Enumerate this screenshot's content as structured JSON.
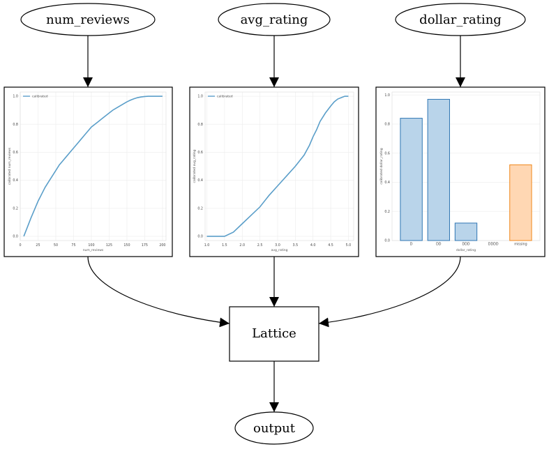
{
  "nodes": {
    "num_reviews": "num_reviews",
    "avg_rating": "avg_rating",
    "dollar_rating": "dollar_rating",
    "lattice": "Lattice",
    "output": "output"
  },
  "chart_data": [
    {
      "type": "line",
      "legend": "calibrated",
      "xlabel": "num_reviews",
      "ylabel": "calibrated num_reviews",
      "xlim": [
        0,
        205
      ],
      "ylim": [
        -0.03,
        1.03
      ],
      "xticks": [
        0,
        25,
        50,
        75,
        100,
        125,
        150,
        175,
        200
      ],
      "yticks": [
        0.0,
        0.2,
        0.4,
        0.6,
        0.8,
        1.0
      ],
      "x": [
        5,
        10,
        15,
        20,
        25,
        30,
        35,
        40,
        45,
        50,
        55,
        60,
        65,
        70,
        75,
        80,
        85,
        90,
        95,
        100,
        105,
        110,
        115,
        120,
        125,
        130,
        135,
        140,
        145,
        150,
        155,
        160,
        165,
        170,
        175,
        180,
        185,
        190,
        195,
        200
      ],
      "y": [
        0.0,
        0.065,
        0.13,
        0.19,
        0.25,
        0.3,
        0.35,
        0.39,
        0.43,
        0.47,
        0.51,
        0.54,
        0.57,
        0.6,
        0.63,
        0.66,
        0.69,
        0.72,
        0.75,
        0.78,
        0.8,
        0.82,
        0.84,
        0.86,
        0.88,
        0.9,
        0.915,
        0.93,
        0.945,
        0.96,
        0.972,
        0.982,
        0.99,
        0.995,
        0.998,
        1.0,
        1.0,
        1.0,
        1.0,
        1.0
      ]
    },
    {
      "type": "line",
      "legend": "calibrated",
      "xlabel": "avg_rating",
      "ylabel": "calibrated avg_rating",
      "xlim": [
        0.95,
        5.15
      ],
      "ylim": [
        -0.03,
        1.03
      ],
      "xticks": [
        1.0,
        1.5,
        2.0,
        2.5,
        3.0,
        3.5,
        4.0,
        4.5,
        5.0
      ],
      "yticks": [
        0.0,
        0.2,
        0.4,
        0.6,
        0.8,
        1.0
      ],
      "x": [
        1.0,
        1.25,
        1.5,
        1.75,
        2.0,
        2.25,
        2.5,
        2.75,
        3.0,
        3.25,
        3.5,
        3.75,
        3.9,
        4.0,
        4.1,
        4.2,
        4.35,
        4.5,
        4.6,
        4.7,
        4.8,
        4.9,
        5.0
      ],
      "y": [
        0.0,
        0.0,
        0.0,
        0.03,
        0.09,
        0.15,
        0.21,
        0.29,
        0.36,
        0.43,
        0.5,
        0.58,
        0.65,
        0.71,
        0.76,
        0.82,
        0.88,
        0.93,
        0.96,
        0.98,
        0.99,
        1.0,
        1.0
      ]
    },
    {
      "type": "bar",
      "xlabel": "dollar_rating",
      "ylabel": "calibrated dollar_rating",
      "ylim": [
        0,
        1.02
      ],
      "yticks": [
        0.0,
        0.2,
        0.4,
        0.6,
        0.8,
        1.0
      ],
      "categories": [
        "D",
        "DD",
        "DDD",
        "DDDD",
        "missing"
      ],
      "values": [
        0.84,
        0.97,
        0.12,
        0.0,
        0.52
      ],
      "colors": [
        "blue",
        "blue",
        "blue",
        "blue",
        "orange"
      ]
    }
  ],
  "colors": {
    "line": "#5a9ec9",
    "bar_fill": "#b9d4ea",
    "bar_stroke": "#2f76b3",
    "missing_fill": "#ffd7b3",
    "missing_stroke": "#f0871b",
    "grid": "#ececec"
  }
}
